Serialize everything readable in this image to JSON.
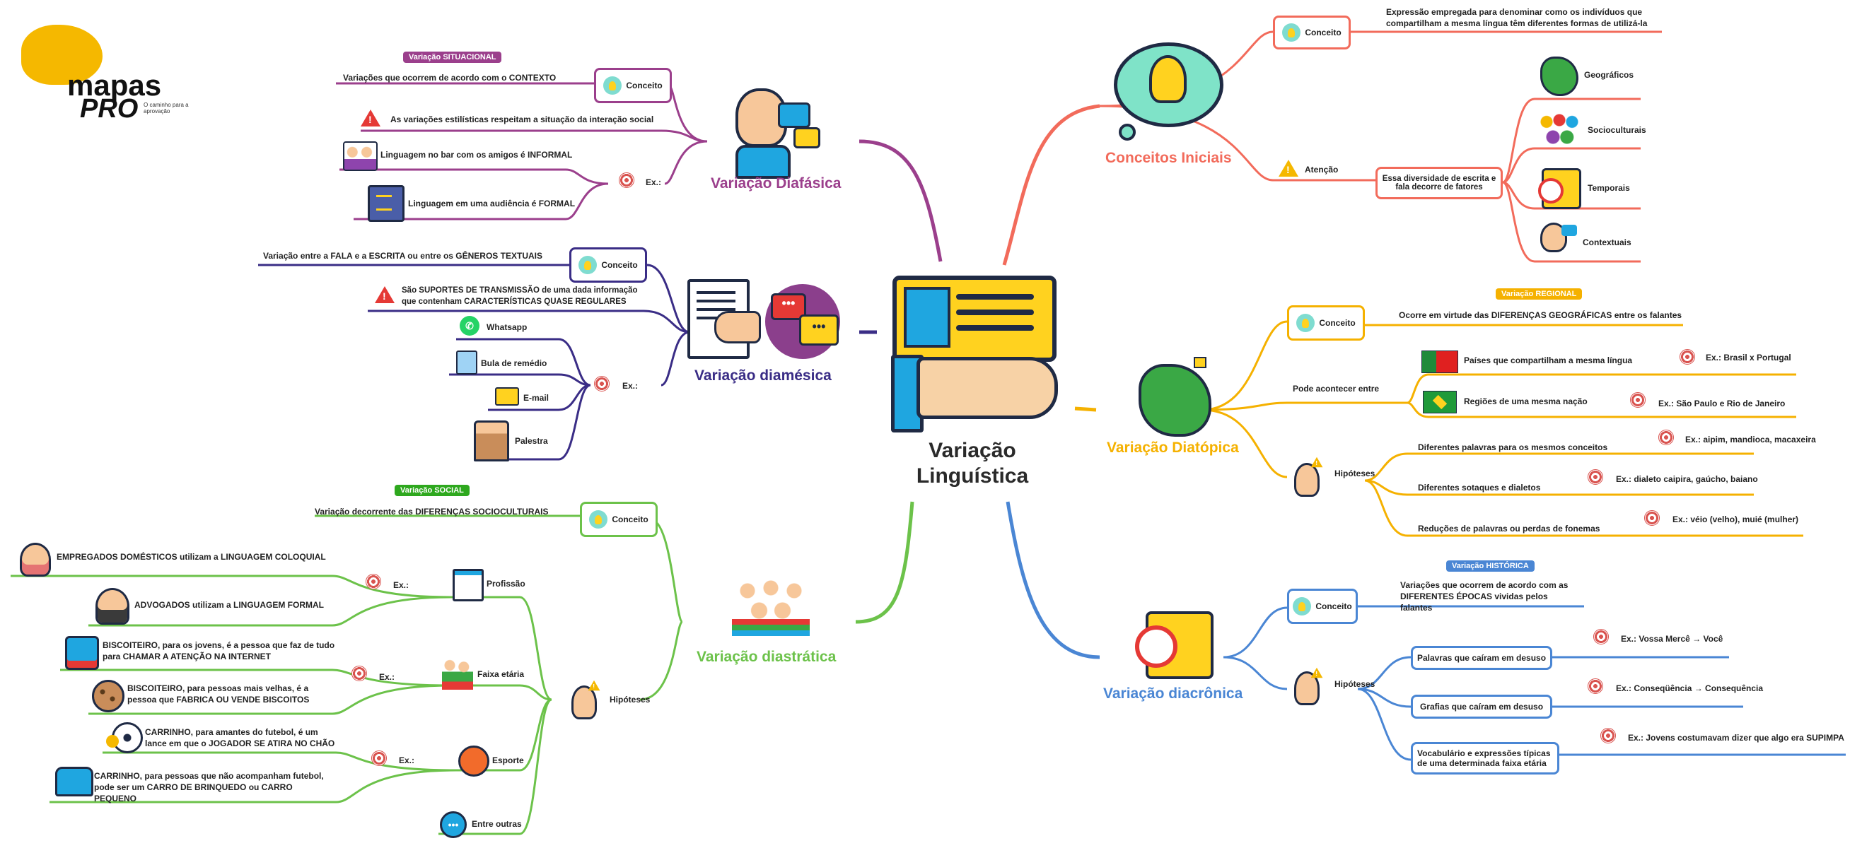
{
  "logo": {
    "word1": "mapas",
    "word2": "PRO",
    "tagline": "O caminho para a aprovação"
  },
  "center": {
    "title_line1": "Variação",
    "title_line2": "Linguística"
  },
  "branches": {
    "conceitos": {
      "title": "Conceitos Iniciais",
      "color": "#f26b5b",
      "conceito_label": "Conceito",
      "conceito_text": "Expressão empregada para denominar como os indivíduos que compartilham a mesma língua têm diferentes formas de utilizá-la",
      "atencao_label": "Atenção",
      "atencao_text": "Essa diversidade de escrita e fala decorre de fatores",
      "fatores": [
        "Geográficos",
        "Socioculturais",
        "Temporais",
        "Contextuais"
      ]
    },
    "diatopica": {
      "title": "Variação Diatópica",
      "color": "#f5b100",
      "badge": "Variação REGIONAL",
      "conceito_label": "Conceito",
      "conceito_text": "Ocorre em virtude das DIFERENÇAS GEOGRÁFICAS entre os falantes",
      "pode_label": "Pode acontecer entre",
      "pode_items": [
        {
          "text": "Países que compartilham a mesma língua",
          "ex": "Ex.: Brasil x Portugal"
        },
        {
          "text": "Regiões de uma mesma nação",
          "ex": "Ex.: São Paulo e Rio de Janeiro"
        }
      ],
      "hip_label": "Hipóteses",
      "hip_items": [
        {
          "text": "Diferentes palavras para os mesmos conceitos",
          "ex": "Ex.: aipim, mandioca, macaxeira"
        },
        {
          "text": "Diferentes sotaques e dialetos",
          "ex": "Ex.: dialeto caipira, gaúcho, baiano"
        },
        {
          "text": "Reduções de palavras ou perdas de fonemas",
          "ex": "Ex.: véio (velho), muié (mulher)"
        }
      ]
    },
    "diacronica": {
      "title": "Variação diacrônica",
      "color": "#4a86d4",
      "badge": "Variação HISTÓRICA",
      "conceito_label": "Conceito",
      "conceito_text": "Variações que ocorrem de acordo com as DIFERENTES ÉPOCAS vividas pelos falantes",
      "hip_label": "Hipóteses",
      "hip_items": [
        {
          "text": "Palavras que caíram em desuso",
          "ex": "Ex.:  Vossa Mercê → Você"
        },
        {
          "text": "Grafias que caíram em desuso",
          "ex": "Ex.: Conseqüência → Consequência"
        },
        {
          "text": "Vocabulário e expressões típicas de uma determinada faixa etária",
          "ex": "Ex.: Jovens costumavam dizer que algo era SUPIMPA"
        }
      ]
    },
    "diafasica": {
      "title": "Variação Diafásica",
      "color": "#9b3f8c",
      "badge": "Variação SITUACIONAL",
      "conceito_label": "Conceito",
      "conceito_text": "Variações que ocorrem de acordo com o CONTEXTO",
      "warn_text": "As variações estilísticas respeitam a situação da interação social",
      "ex_label": "Ex.:",
      "examples": [
        "Linguagem no bar com os amigos é INFORMAL",
        "Linguagem em uma audiência é FORMAL"
      ]
    },
    "diamesica": {
      "title": "Variação diamésica",
      "color": "#3a2d86",
      "conceito_label": "Conceito",
      "conceito_text": "Variação entre a FALA e a ESCRITA ou entre os GÊNEROS TEXTUAIS",
      "warn_text": "São SUPORTES DE TRANSMISSÃO de uma dada informação que contenham CARACTERÍSTICAS QUASE REGULARES",
      "ex_label": "Ex.:",
      "examples": [
        "Whatsapp",
        "Bula de remédio",
        "E-mail",
        "Palestra"
      ]
    },
    "diastratica": {
      "title": "Variação diastrática",
      "color": "#6cc24a",
      "badge": "Variação SOCIAL",
      "conceito_label": "Conceito",
      "conceito_text": "Variação decorrente das DIFERENÇAS SOCIOCULTURAIS",
      "hip_label": "Hipóteses",
      "ex_label": "Ex.:",
      "groups": [
        {
          "label": "Profissão",
          "items": [
            "EMPREGADOS DOMÉSTICOS utilizam a LINGUAGEM COLOQUIAL",
            "ADVOGADOS utilizam a LINGUAGEM FORMAL"
          ]
        },
        {
          "label": "Faixa etária",
          "items": [
            "BISCOITEIRO, para os jovens, é a pessoa que faz de tudo para CHAMAR A ATENÇÃO NA INTERNET",
            "BISCOITEIRO, para pessoas mais velhas, é a pessoa que FABRICA OU VENDE BISCOITOS"
          ]
        },
        {
          "label": "Esporte",
          "items": [
            "CARRINHO, para amantes do futebol, é um lance em que o JOGADOR SE ATIRA NO CHÃO",
            "CARRINHO, para pessoas que não acompanham futebol, pode ser um CARRO DE BRINQUEDO ou CARRO PEQUENO"
          ]
        }
      ],
      "outras": "Entre outras"
    }
  }
}
